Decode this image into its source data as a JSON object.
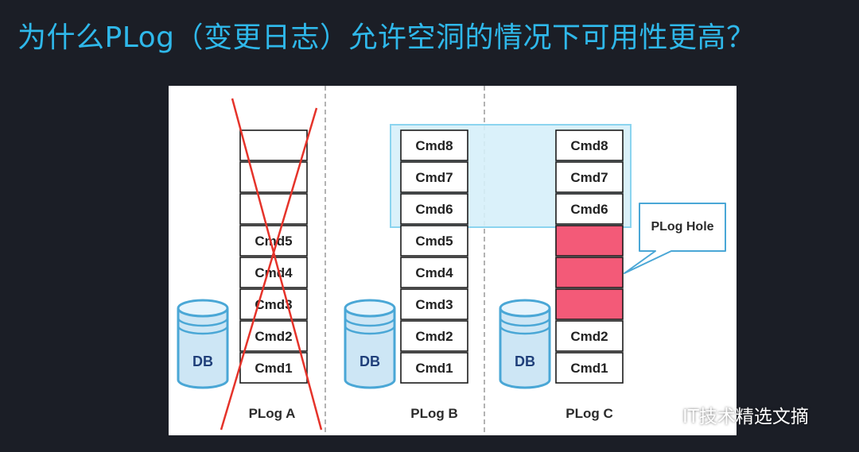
{
  "title": "为什么PLog（变更日志）允许空洞的情况下可用性更高？",
  "colors": {
    "title": "#2fb8ea",
    "hole_fill": "#f35a78",
    "highlight_fill": "#d6f0fa",
    "highlight_stroke": "#7fd0ee",
    "db_fill": "#cde6f5",
    "db_stroke": "#4aa7d6",
    "cross": "#e5332a"
  },
  "db_label": "DB",
  "columns": [
    {
      "label": "PLog A",
      "crossed": true,
      "cells": [
        "",
        "",
        "",
        "Cmd5",
        "Cmd4",
        "Cmd3",
        "Cmd2",
        "Cmd1"
      ]
    },
    {
      "label": "PLog B",
      "crossed": false,
      "cells": [
        "Cmd8",
        "Cmd7",
        "Cmd6",
        "Cmd5",
        "Cmd4",
        "Cmd3",
        "Cmd2",
        "Cmd1"
      ]
    },
    {
      "label": "PLog C",
      "crossed": false,
      "cells": [
        "Cmd8",
        "Cmd7",
        "Cmd6",
        "HOLE",
        "HOLE",
        "HOLE",
        "Cmd2",
        "Cmd1"
      ]
    }
  ],
  "callout": "PLog Hole",
  "watermark": "IT技术精选文摘",
  "watermark_icon": "wechat-icon"
}
